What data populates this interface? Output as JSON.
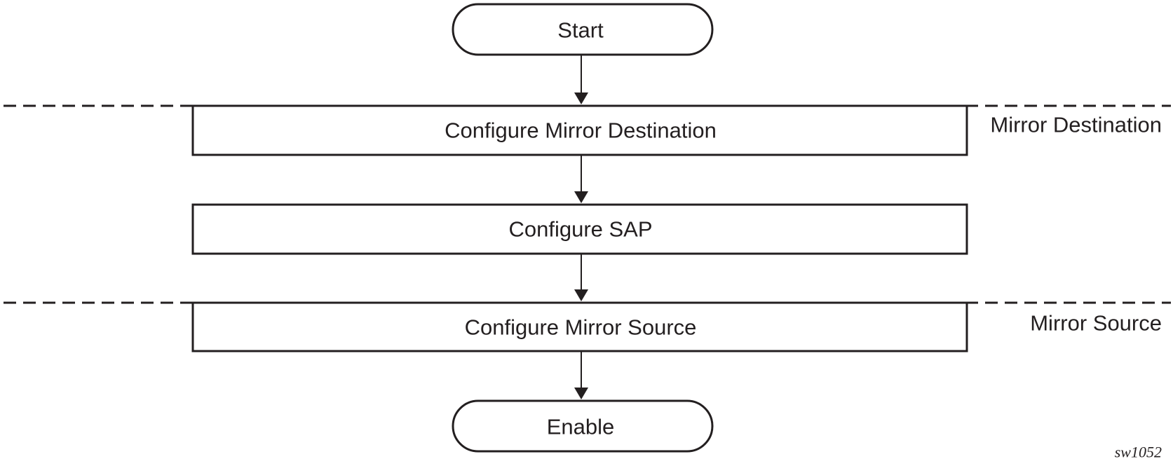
{
  "nodes": {
    "start": "Start",
    "configure_mirror_destination": "Configure Mirror Destination",
    "configure_sap": "Configure SAP",
    "configure_mirror_source": "Configure Mirror Source",
    "enable": "Enable"
  },
  "sections": {
    "mirror_destination": "Mirror Destination",
    "mirror_source": "Mirror Source"
  },
  "figure_id": "sw1052",
  "colors": {
    "line": "#231f20",
    "background": "#ffffff"
  }
}
